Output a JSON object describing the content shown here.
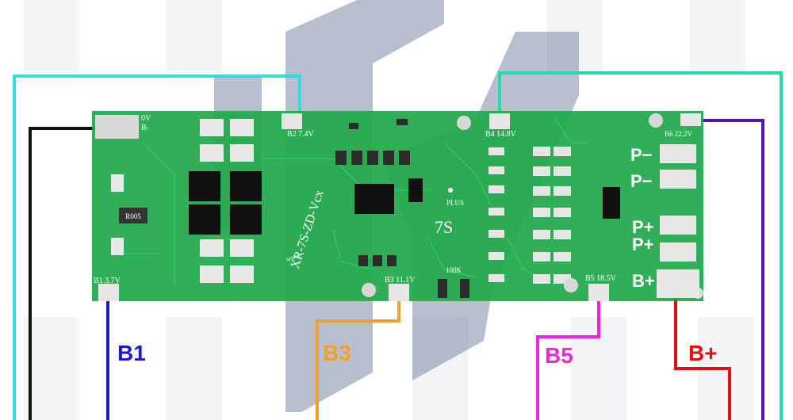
{
  "board": {
    "model_text": "XR-7S-ZD-Vcx",
    "cells_text": "7S",
    "plus_text": "PLUS",
    "mark_text": "MARK",
    "resistor_text": "100K",
    "top_left_0v": "0V",
    "top_left_bminus": "B-",
    "shunt_text": "R005"
  },
  "taps": {
    "b1": "B1 3.7V",
    "b2": "B2 7.4V",
    "b3": "B3 11.1V",
    "b4": "B4 14.8V",
    "b5": "B5 18.5V",
    "b6": "B6 22.2V"
  },
  "pads": {
    "p_minus_1": "P−",
    "p_minus_2": "P−",
    "p_plus_1": "P+",
    "p_plus_2": "P+",
    "b_plus": "B+"
  },
  "wire_labels": {
    "b1": "B1",
    "b3": "B3",
    "b5": "B5",
    "b_plus": "B+"
  },
  "colors": {
    "pcb_green": "#1fa84a",
    "wire_b1": "#1a1acc",
    "wire_b3": "#f0a030",
    "wire_b5": "#ee22dd",
    "wire_bplus": "#e01010",
    "wire_bminus": "#111111",
    "wire_b2": "#33dddd",
    "wire_b4": "#22ddaa",
    "wire_b6": "#5511aa"
  }
}
